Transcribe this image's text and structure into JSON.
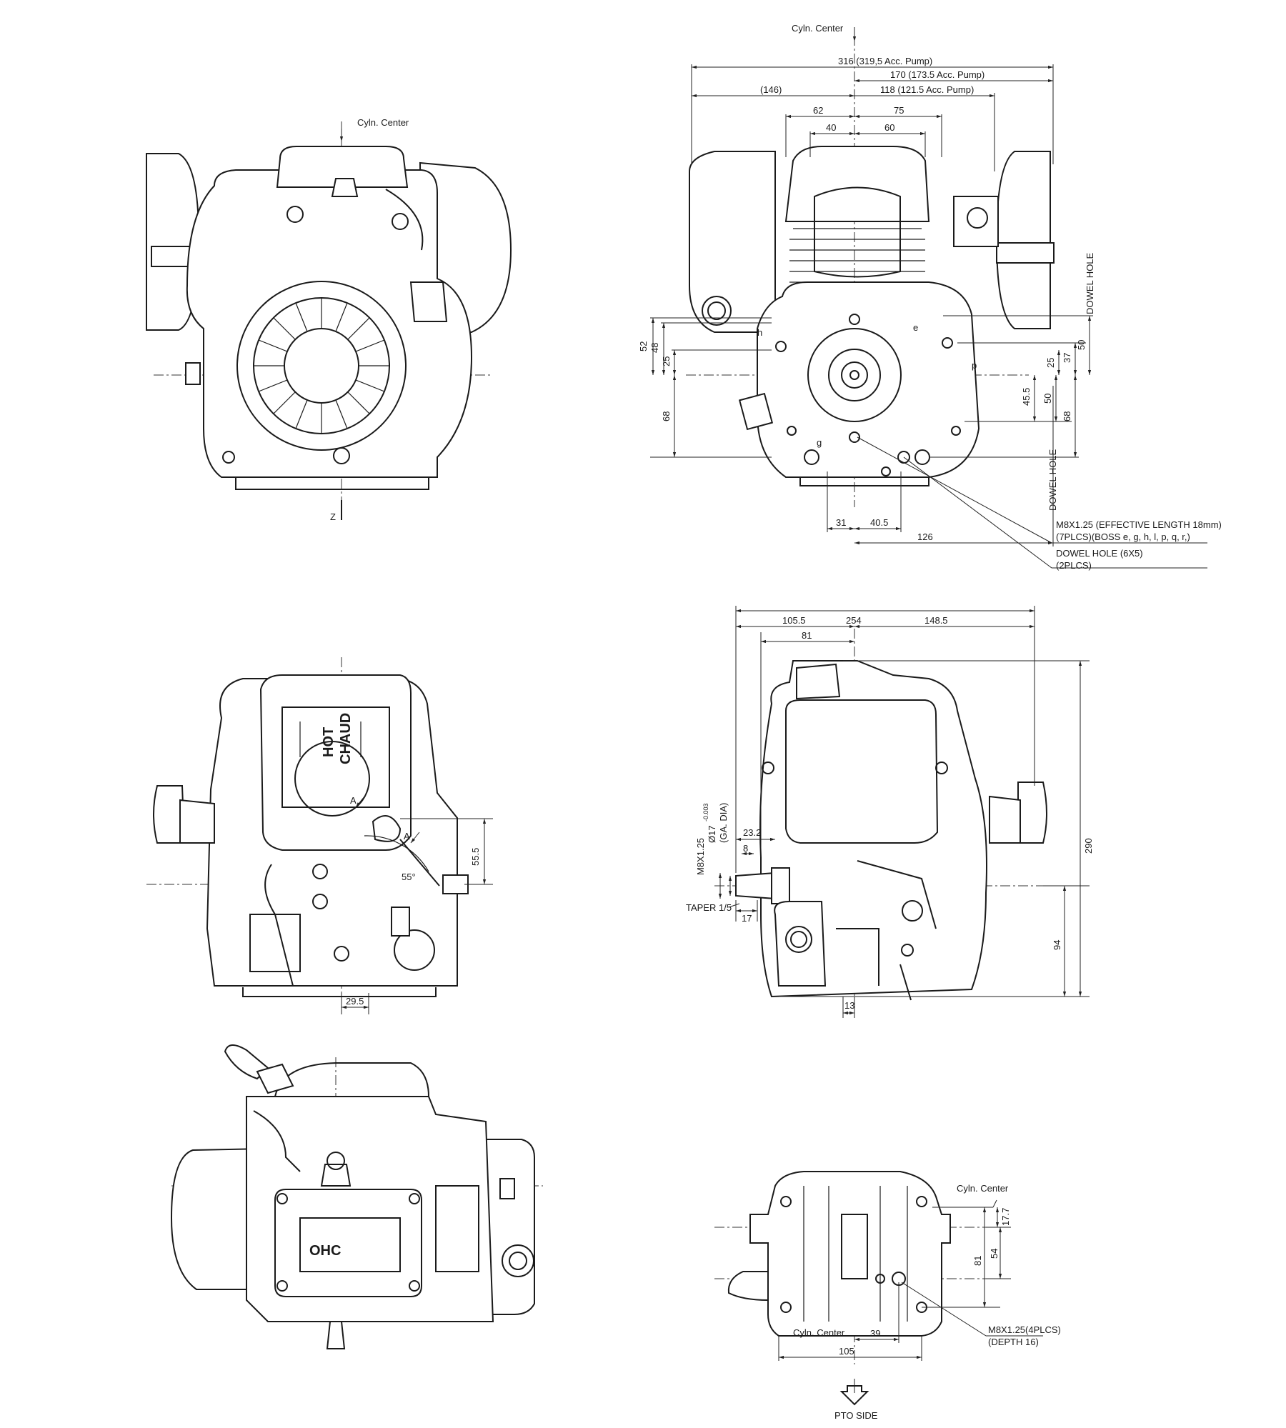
{
  "front_view": {
    "cyl_center": "Cyln. Center",
    "z_marker": "Z"
  },
  "pto_side_view": {
    "cyl_center": "Cyln. Center",
    "dims": {
      "overall": "316 (319,5 Acc. Pump)",
      "right_170": "170 (173.5 Acc. Pump)",
      "left_146": "(146)",
      "right_118": "118 (121.5 Acc. Pump)",
      "d62": "62",
      "d75": "75",
      "d40": "40",
      "d60": "60",
      "v52": "52",
      "v48": "48",
      "v25l": "25",
      "v68l": "68",
      "v25r": "25",
      "v37": "37",
      "v50r": "50",
      "v45_5": "45.5",
      "v50b": "50",
      "v68r": "68",
      "h31": "31",
      "h40_5": "40.5",
      "h126": "126"
    },
    "dowel_top": "DOWEL HOLE",
    "dowel_bottom": "DOWEL HOLE",
    "boss_e": "e",
    "boss_g": "g",
    "boss_h": "h",
    "boss_p": "p",
    "note1_line1": "M8X1.25 (EFFECTIVE LENGTH 18mm)",
    "note1_line2": "(7PLCS)(BOSS e, g, h, l, p, q, r,)",
    "note2_line1": "DOWEL HOLE (6X5)",
    "note2_line2": "(2PLCS)"
  },
  "left_side_view": {
    "label_hot": "HOT",
    "label_chaud": "CHAUD",
    "angle": "55°",
    "marker_a1": "A",
    "marker_a2": "A",
    "d55_5": "55.5",
    "d29_5": "29.5"
  },
  "right_side_view": {
    "dims": {
      "d254": "254",
      "d105_5": "105.5",
      "d148_5": "148.5",
      "d81": "81",
      "d290": "290",
      "d94": "94",
      "d23_2": "23.2",
      "d8": "8",
      "d17": "17",
      "d13": "13"
    },
    "shaft_m8": "M8X1.25",
    "shaft_dia": "Ø17",
    "shaft_tol": "-0.003",
    "shaft_ga": "(GA. DIA)",
    "taper": "TAPER 1/5"
  },
  "top_view": {
    "ohc": "OHC"
  },
  "bottom_view": {
    "cyl_center_top": "Cyln. Center",
    "cyl_center_bottom": "Cyln. Center",
    "d17_7": "17.7",
    "d54": "54",
    "d81": "81",
    "d39": "39",
    "d105": "105",
    "note_line1": "M8X1.25(4PLCS)",
    "note_line2": "(DEPTH 16)",
    "pto_side": "PTO SIDE"
  }
}
